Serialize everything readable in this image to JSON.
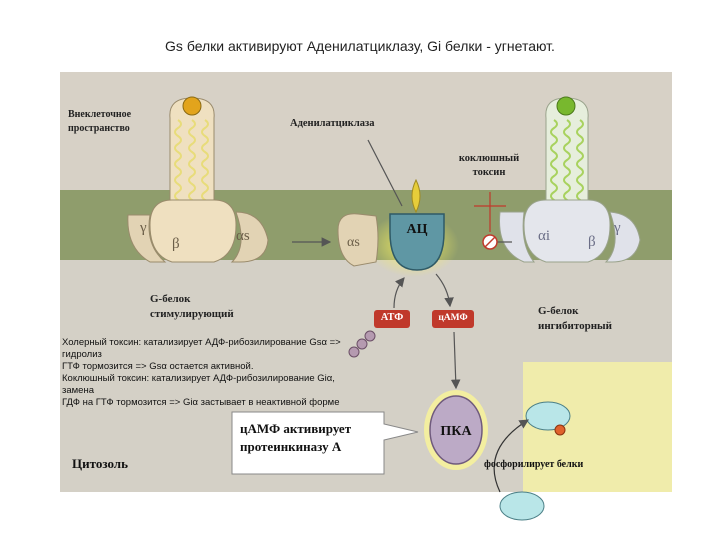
{
  "title": "Gs белки активируют Аденилатциклазу, Gi белки  - угнетают.",
  "labels": {
    "extracellular": "Внеклеточное пространство",
    "adenylate_cyclase": "Аденилатциклаза",
    "pertussis_toxin": "коклюшный токсин",
    "ac": "АЦ",
    "g_stim": "G-белок стимулирующий",
    "g_inhib": "G-белок ингибиторный",
    "atp": "АТФ",
    "camp": "цАМФ",
    "pka": "ПКА",
    "camp_activates": "цАМФ активирует протеинкиназу А",
    "cytosol": "Цитозоль",
    "phosphorylates": "фосфорилирует белки",
    "alpha_s": "αs",
    "alpha_i": "αi",
    "beta": "β",
    "gamma": "γ"
  },
  "notes": [
    "Холерный токсин: катализирует АДФ-рибозилирование Gsα =>",
    "гидролиз",
    "ГТФ тормозится => Gsα остается активной.",
    "Коклюшный токсин: катализирует АДФ-рибозилирование Giα, замена",
    "ГДФ на ГТФ тормозится => Giα застывает в неактивной форме"
  ],
  "colors": {
    "extracellular_bg": "#d7d1c6",
    "membrane": "#8f9d6c",
    "cytosol_bg": "#d4d0c6",
    "highlight_yellow": "#f2ec74",
    "ac_blue": "#5f97a4",
    "atp_red": "#c0392b",
    "pka_purple": "#bcaac6",
    "stim_ball": "#e2a41c",
    "inhib_ball": "#78b82e",
    "phospho_dot": "#e0622c"
  }
}
